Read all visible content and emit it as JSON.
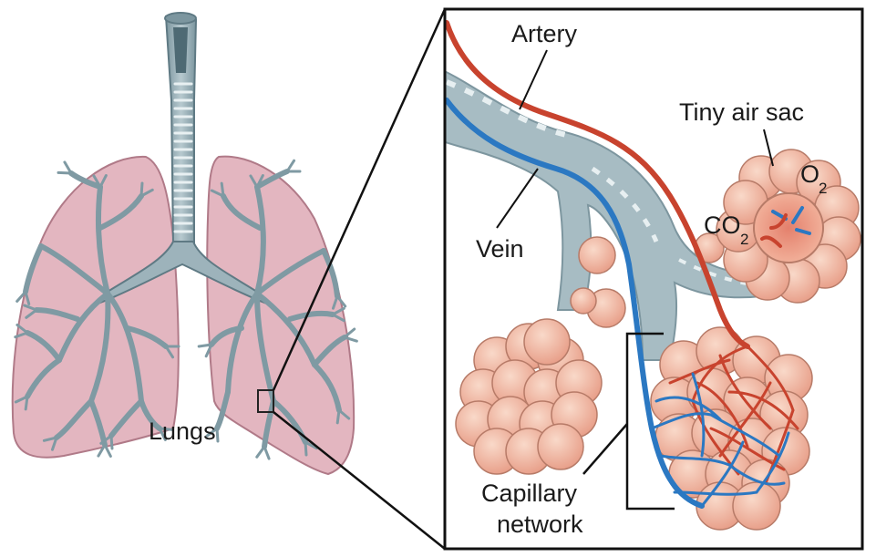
{
  "labels": {
    "lungs": "Lungs",
    "artery": "Artery",
    "vein": "Vein",
    "tiny_air_sac": "Tiny air sac",
    "o2_main": "O",
    "o2_sub": "2",
    "co2_main": "CO",
    "co2_sub": "2",
    "capillary_line1": "Capillary",
    "capillary_line2": "network"
  },
  "colors": {
    "lung_fill": "#e3b6c0",
    "lung_stroke": "#b07a88",
    "airway": "#9db3bb",
    "airway_dark": "#5f7a84",
    "artery": "#c8432e",
    "vein": "#2b78c2",
    "alveoli": "#f2b9a2",
    "alveoli_stroke": "#b77b68",
    "inset_border": "#111111"
  }
}
